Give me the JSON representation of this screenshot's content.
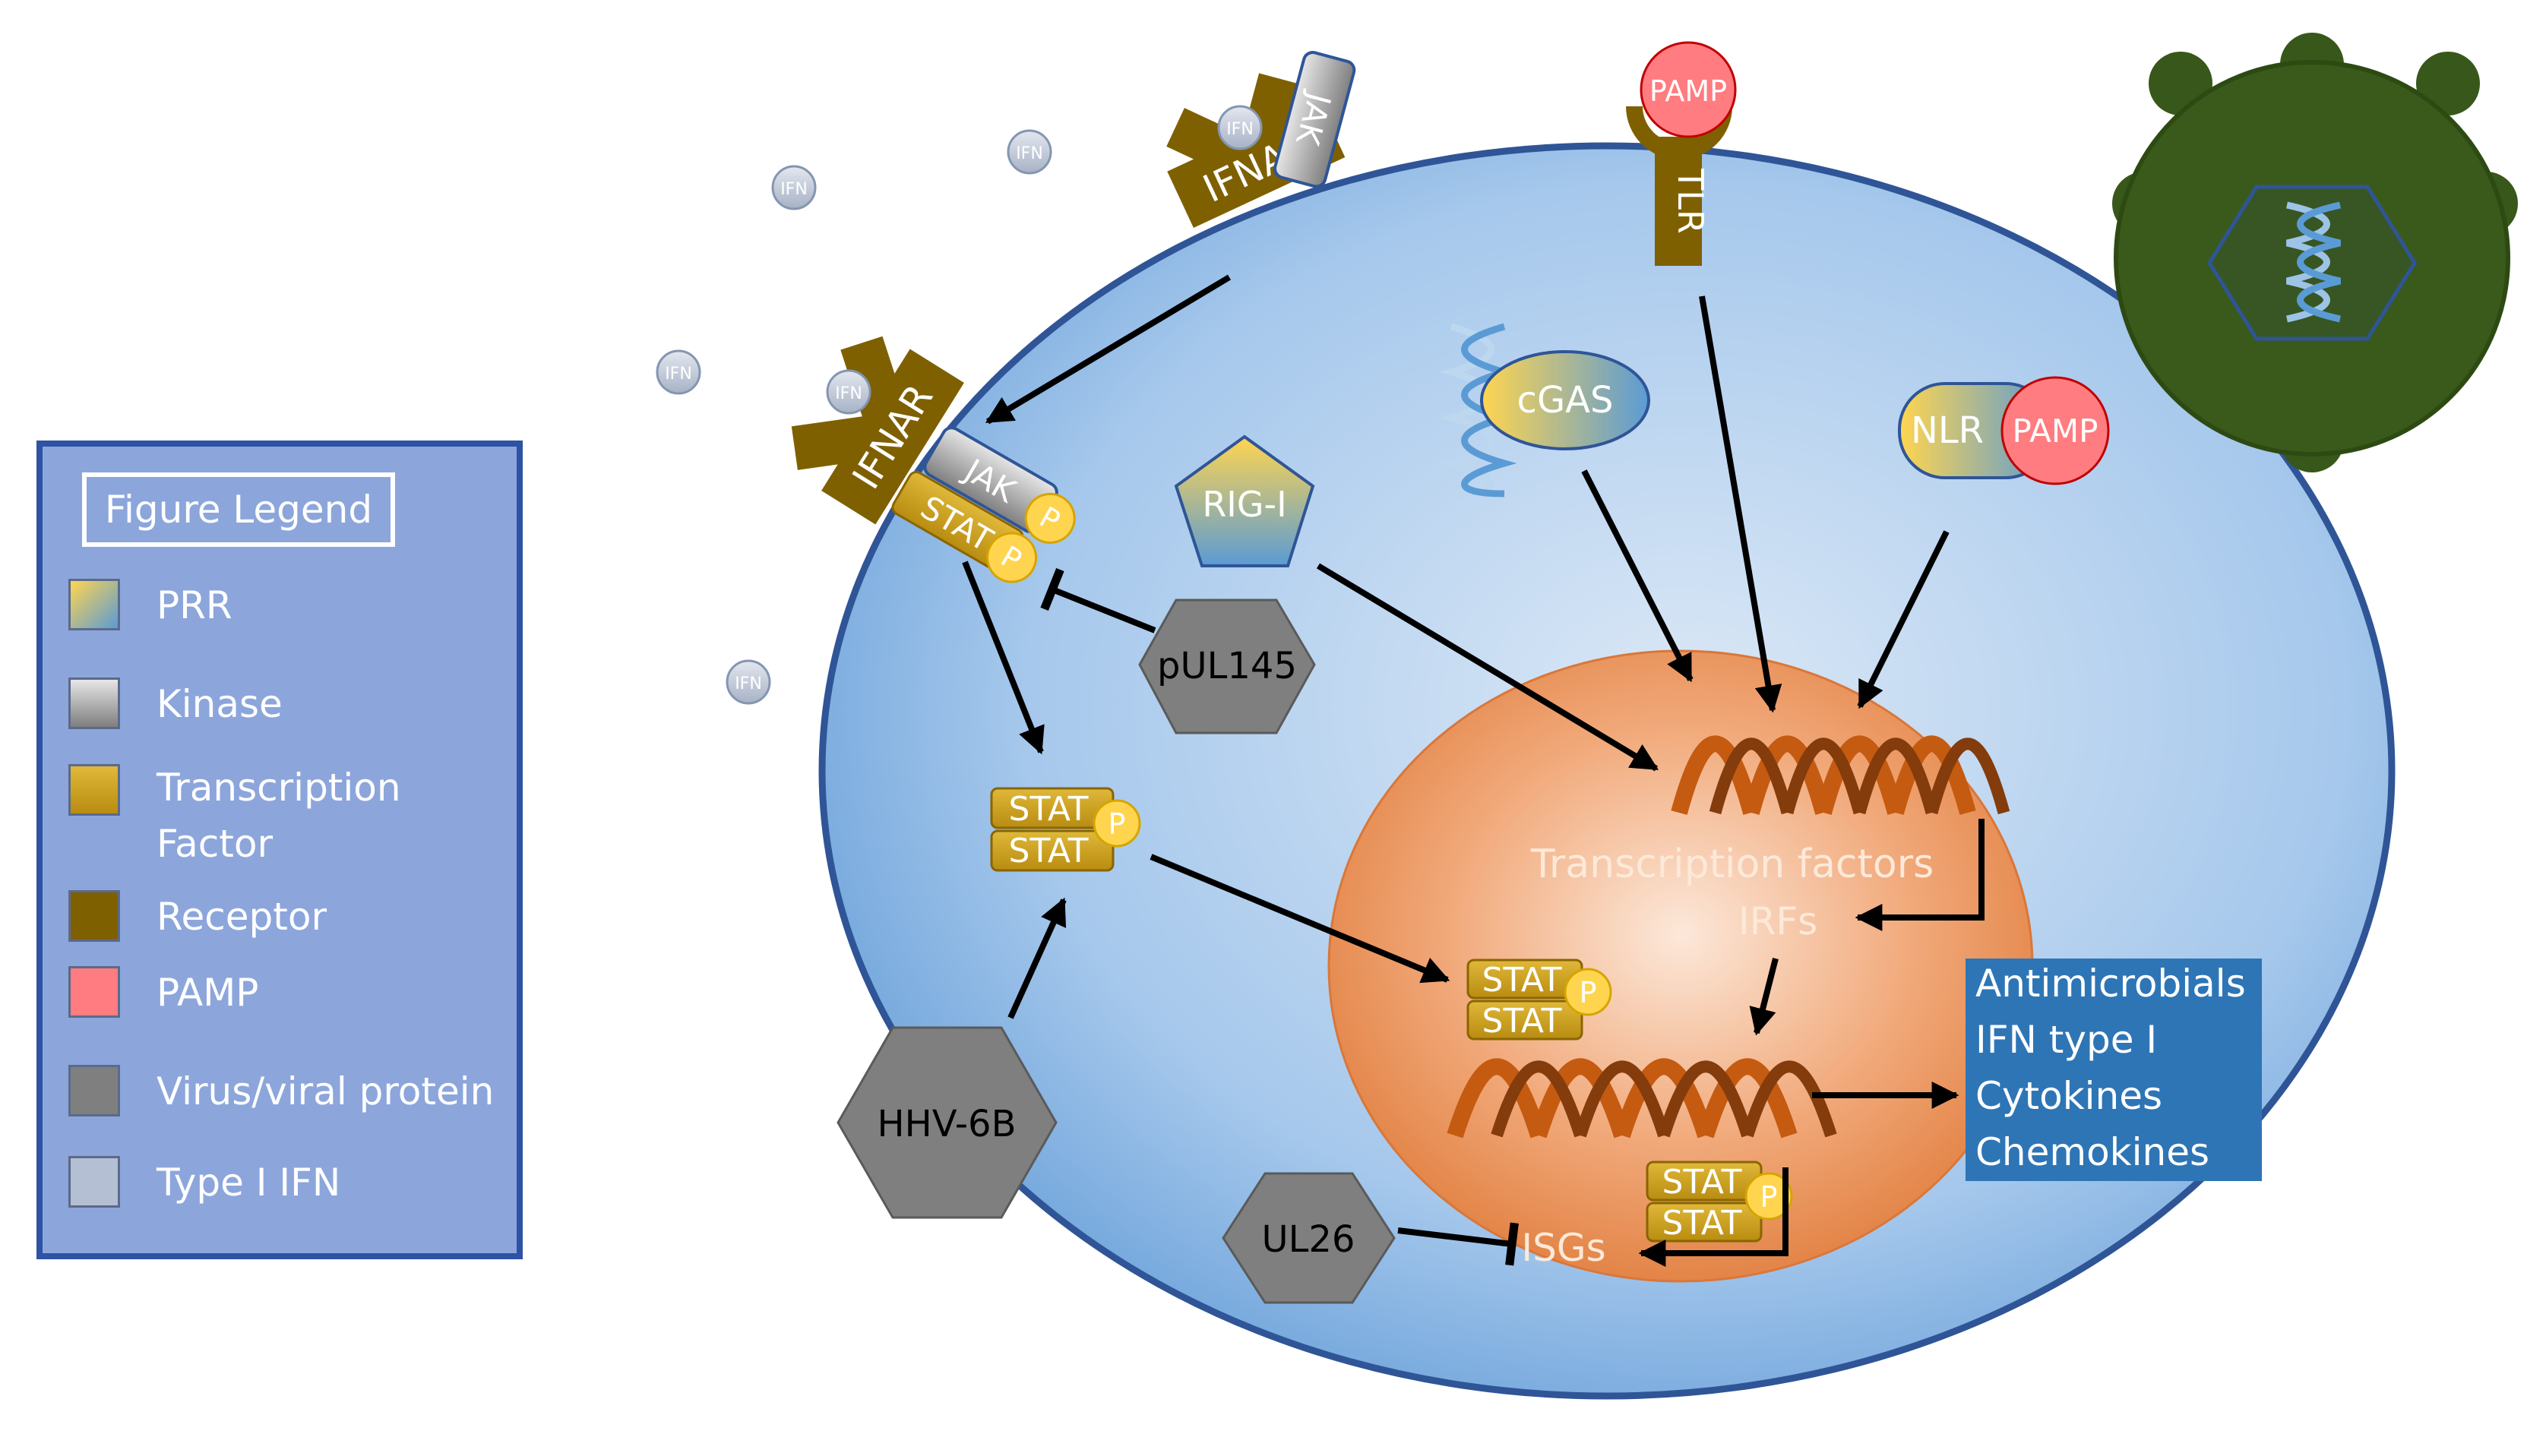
{
  "labels": {
    "ifn": "IFN",
    "ifnar": "IFNAR",
    "jak": "JAK",
    "stat": "STAT",
    "p": "P",
    "pamp": "PAMP",
    "tlr": "TLR",
    "cgas": "cGAS",
    "nlr": "NLR",
    "rigi": "RIG-I",
    "pul145": "pUL145",
    "hhv6b": "HHV-6B",
    "ul26": "UL26",
    "transcription_factors": "Transcription factors",
    "irfs": "IRFs",
    "isgs": "ISGs"
  },
  "outputs": [
    "Antimicrobials",
    "IFN type I",
    "Cytokines",
    "Chemokines"
  ],
  "legend": {
    "title": "Figure Legend",
    "items": [
      {
        "label": "PRR",
        "swatch": "prr"
      },
      {
        "label": "Kinase",
        "swatch": "kinase"
      },
      {
        "label": "Transcription\nFactor",
        "swatch": "tf"
      },
      {
        "label": "Receptor",
        "swatch": "receptor"
      },
      {
        "label": "PAMP",
        "swatch": "pamp"
      },
      {
        "label": "Virus/viral protein",
        "swatch": "virus"
      },
      {
        "label": "Type I IFN",
        "swatch": "ifn"
      }
    ]
  },
  "colors": {
    "cell_fill": "#b9d4ee",
    "cell_border": "#2f5597",
    "nucleus": "#e88a4e",
    "receptor": "#7f6000",
    "transcription_factor": "#c9a227",
    "pamp": "#ff7c80",
    "viral_protein": "#808080",
    "virus": "#38571a",
    "output_box": "#2e75b6",
    "legend_bg": "#8ca6dc",
    "legend_border": "#2e52a4"
  }
}
